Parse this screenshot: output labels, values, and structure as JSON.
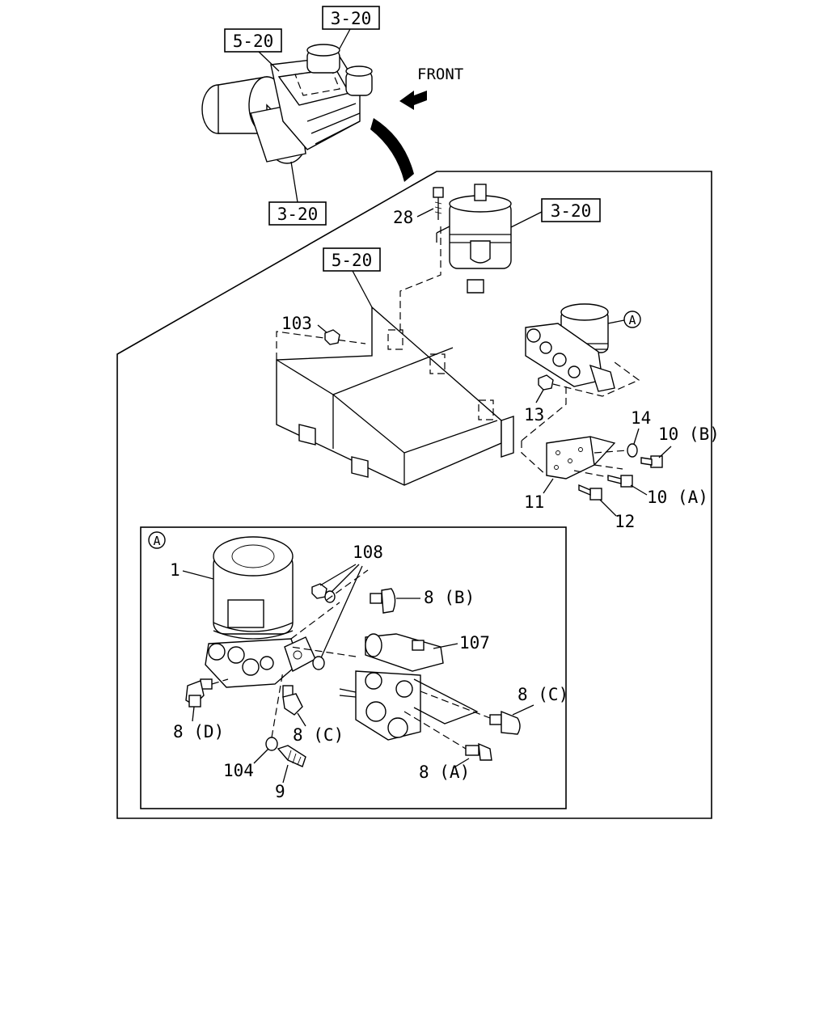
{
  "ref_boxes": [
    "3-20",
    "5-20",
    "3-20",
    "3-20",
    "5-20"
  ],
  "front_label": "FRONT",
  "detail_marker": "A",
  "callouts": {
    "c28": "28",
    "c103": "103",
    "c13": "13",
    "c14": "14",
    "c10b": "10 (B)",
    "c10a": "10 (A)",
    "c11": "11",
    "c12": "12",
    "c1": "1",
    "c108": "108",
    "c8b": "8 (B)",
    "c107": "107",
    "c8c_right": "8 (C)",
    "c8d": "8 (D)",
    "c8c": "8 (C)",
    "c104": "104",
    "c9": "9",
    "c8a": "8 (A)"
  }
}
